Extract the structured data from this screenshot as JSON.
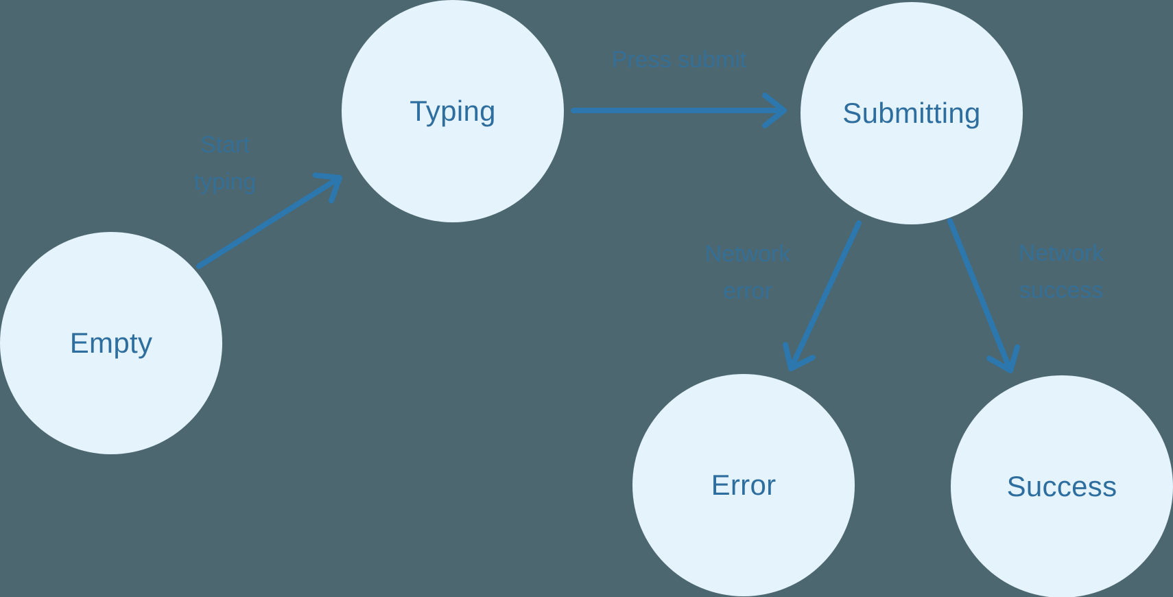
{
  "diagram": {
    "type": "state-machine",
    "colors": {
      "background": "#4C6770",
      "node_fill": "#E4F3FC",
      "node_text": "#2E6E9E",
      "arrow": "#2B77AE",
      "edge_label": "#31719F"
    },
    "nodes": [
      {
        "id": "empty",
        "label": "Empty"
      },
      {
        "id": "typing",
        "label": "Typing"
      },
      {
        "id": "submitting",
        "label": "Submitting"
      },
      {
        "id": "error",
        "label": "Error"
      },
      {
        "id": "success",
        "label": "Success"
      }
    ],
    "edges": [
      {
        "from": "empty",
        "to": "typing",
        "label": "Start typing",
        "lines": [
          "Start",
          "typing"
        ]
      },
      {
        "from": "typing",
        "to": "submitting",
        "label": "Press submit",
        "lines": [
          "Press submit"
        ]
      },
      {
        "from": "submitting",
        "to": "error",
        "label": "Network error",
        "lines": [
          "Network",
          "error"
        ]
      },
      {
        "from": "submitting",
        "to": "success",
        "label": "Network success",
        "lines": [
          "Network",
          "success"
        ]
      }
    ]
  }
}
